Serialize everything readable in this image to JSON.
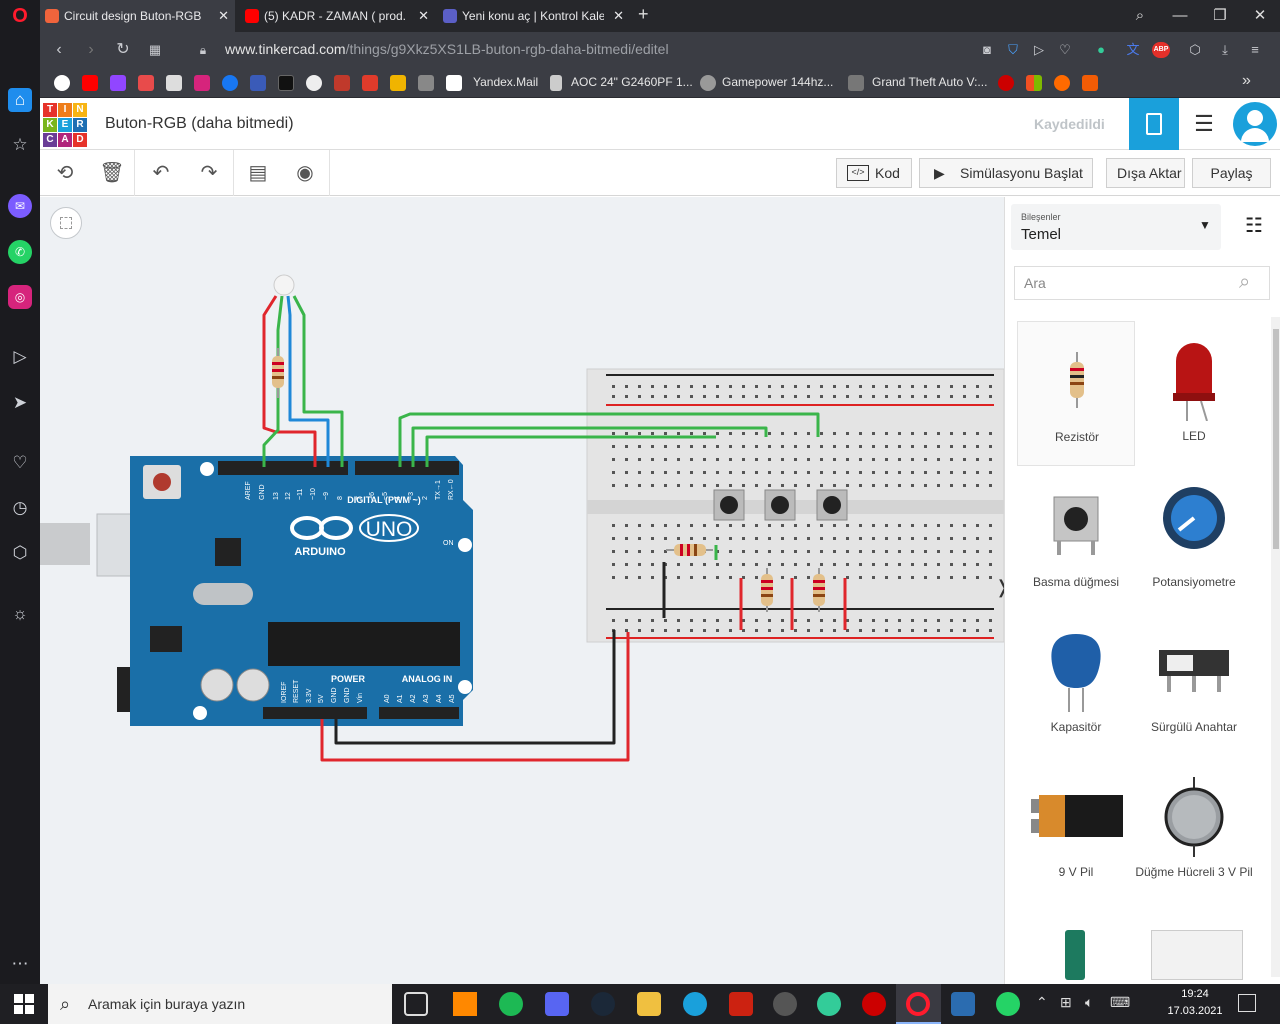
{
  "browser": {
    "tabs": [
      {
        "title": "Circuit design Buton-RGB | Tinkercad",
        "active": true,
        "favicon_color": "#f0643c"
      },
      {
        "title": "(5) KADR - ZAMAN ( prod. ...",
        "active": false,
        "favicon_color": "#ff0000"
      },
      {
        "title": "Yeni konu aç | Kontrol Kalem",
        "active": false,
        "favicon_color": "#5b5fc7"
      }
    ],
    "new_tab": "+",
    "address": {
      "host": "www.tinkercad.com",
      "path": "/things/g9Xkz5XS1LB-buton-rgb-daha-bitmedi/editel"
    },
    "bookmarks": [
      {
        "label": "Yandex.Mail",
        "icon": "yandex-icon"
      },
      {
        "label": "AOC 24\" G2460PF 1...",
        "icon": "document-icon"
      },
      {
        "label": "Gamepower 144hz...",
        "icon": "gamepower-icon"
      },
      {
        "label": "Grand Theft Auto V:...",
        "icon": "gta-icon"
      }
    ]
  },
  "app": {
    "logo_letters": [
      "TIN",
      "KER",
      "CAD"
    ],
    "project_title": "Buton-RGB (daha bitmedi)",
    "save_status": "Kaydedildi",
    "toolbar": {
      "code_label": "Kod",
      "simulate_label": "Simülasyonu Başlat",
      "export_label": "Dışa Aktar",
      "share_label": "Paylaş"
    }
  },
  "panel": {
    "category_caption": "Bileşenler",
    "category_value": "Temel",
    "search_placeholder": "Ara",
    "components": [
      "Rezistör",
      "LED",
      "Basma düğmesi",
      "Potansiyometre",
      "Kapasitör",
      "Sürgülü Anahtar",
      "9 V Pil",
      "Düğme Hücreli 3 V Pil"
    ]
  },
  "board": {
    "uno_label": "UNO",
    "arduino_label": "ARDUINO",
    "digital_label": "DIGITAL (PWM ~)",
    "power_label": "POWER",
    "analog_label": "ANALOG IN",
    "on_label": "ON",
    "top_pins": [
      "AREF",
      "GND",
      "13",
      "12",
      "~11",
      "~10",
      "~9",
      "8",
      "7",
      "~6",
      "~5",
      "4",
      "~3",
      "2",
      "TX→1",
      "RX←0"
    ],
    "power_pins": [
      "IOREF",
      "RESET",
      "3.3V",
      "5V",
      "GND",
      "GND",
      "Vin"
    ],
    "analog_pins": [
      "A0",
      "A1",
      "A2",
      "A3",
      "A4",
      "A5"
    ]
  },
  "taskbar": {
    "search_placeholder": "Aramak için buraya yazın",
    "time": "19:24",
    "date": "17.03.2021"
  },
  "colors": {
    "tinkercad_blue": "#1aa0db",
    "arduino_blue": "#1a6fa8",
    "wire_green": "#3ab54a",
    "wire_red": "#e0262c",
    "wire_blue": "#1f88d8"
  }
}
